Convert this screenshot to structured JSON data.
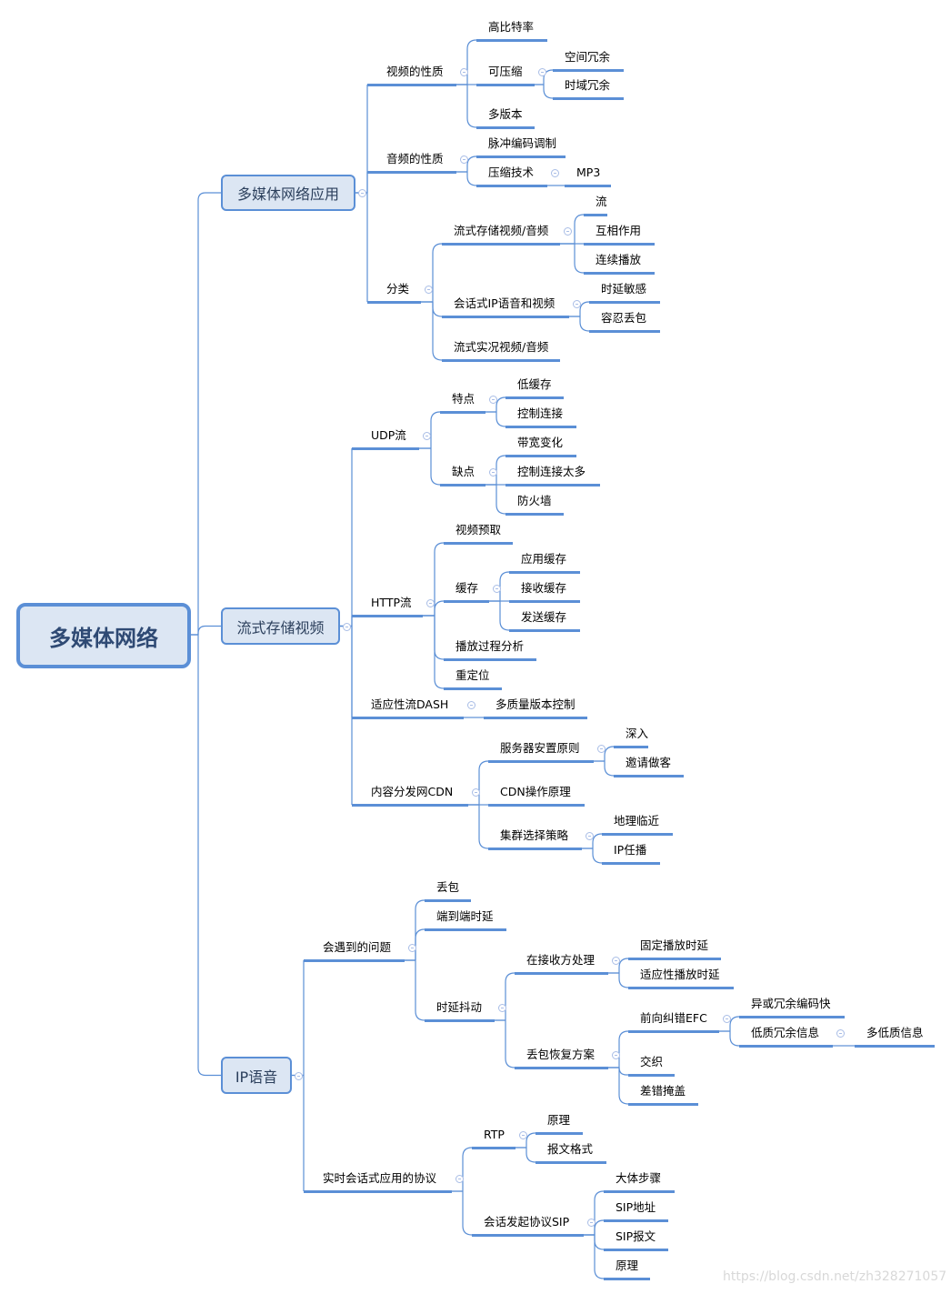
{
  "mindmap": {
    "root": "多媒体网络",
    "colors": {
      "line": "#5b8fd6",
      "node_fill": "#dce6f3",
      "collapse": "#a9bde6"
    },
    "nodes": {
      "b1": "多媒体网络应用",
      "b2": "流式存储视频",
      "b3": "IP语音",
      "a1": "视频的性质",
      "a11": "高比特率",
      "a12": "可压缩",
      "a121": "空间冗余",
      "a122": "时域冗余",
      "a13": "多版本",
      "a2": "音频的性质",
      "a21": "脉冲编码调制",
      "a22": "压缩技术",
      "a221": "MP3",
      "a3": "分类",
      "a31": "流式存储视频/音频",
      "a311": "流",
      "a312": "互相作用",
      "a313": "连续播放",
      "a32": "会话式IP语音和视频",
      "a321": "时延敏感",
      "a322": "容忍丢包",
      "a33": "流式实况视频/音频",
      "c1": "UDP流",
      "c11": "特点",
      "c111": "低缓存",
      "c112": "控制连接",
      "c12": "缺点",
      "c121": "带宽变化",
      "c122": "控制连接太多",
      "c123": "防火墙",
      "c2": "HTTP流",
      "c21": "视频预取",
      "c22": "缓存",
      "c221": "应用缓存",
      "c222": "接收缓存",
      "c223": "发送缓存",
      "c23": "播放过程分析",
      "c24": "重定位",
      "c3": "适应性流DASH",
      "c31": "多质量版本控制",
      "c4": "内容分发网CDN",
      "c41": "服务器安置原则",
      "c411": "深入",
      "c412": "邀请做客",
      "c42": "CDN操作原理",
      "c43": "集群选择策略",
      "c431": "地理临近",
      "c432": "IP任播",
      "d1": "会遇到的问题",
      "d11": "丢包",
      "d12": "端到端时延",
      "d13": "时延抖动",
      "d131": "在接收方处理",
      "d1311": "固定播放时延",
      "d1312": "适应性播放时延",
      "d132": "丢包恢复方案",
      "d1321": "前向纠错EFC",
      "d13211": "异或冗余编码快",
      "d13212": "低质冗余信息",
      "d132121": "多低质信息",
      "d1322": "交织",
      "d1323": "差错掩盖",
      "d2": "实时会话式应用的协议",
      "d21": "RTP",
      "d211": "原理",
      "d212": "报文格式",
      "d22": "会话发起协议SIP",
      "d221": "大体步骤",
      "d222": "SIP地址",
      "d223": "SIP报文",
      "d224": "原理"
    },
    "watermark": "https://blog.csdn.net/zh328271057"
  }
}
